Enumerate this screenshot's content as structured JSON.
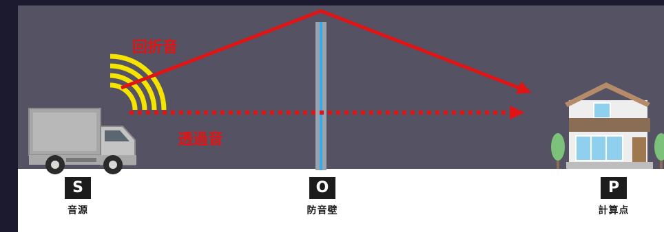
{
  "labels": {
    "diffracted_sound": "回折音",
    "transmitted_sound": "透過音"
  },
  "points": [
    {
      "letter": "S",
      "name": "音源"
    },
    {
      "letter": "O",
      "name": "防音壁"
    },
    {
      "letter": "P",
      "name": "計算点"
    }
  ],
  "colors": {
    "background": "#555263",
    "page_edge": "#1b1a2e",
    "ground": "#ffffff",
    "sound_path": "#e01414",
    "sound_waves": "#f5e400",
    "wall": "#9aa3ad",
    "wall_core": "#3aa7e6",
    "badge": "#1c1c1c",
    "tree": "#7dc27a"
  },
  "icons": [
    "truck-icon",
    "sound-wave-icon",
    "house-icon",
    "tree-icon"
  ]
}
